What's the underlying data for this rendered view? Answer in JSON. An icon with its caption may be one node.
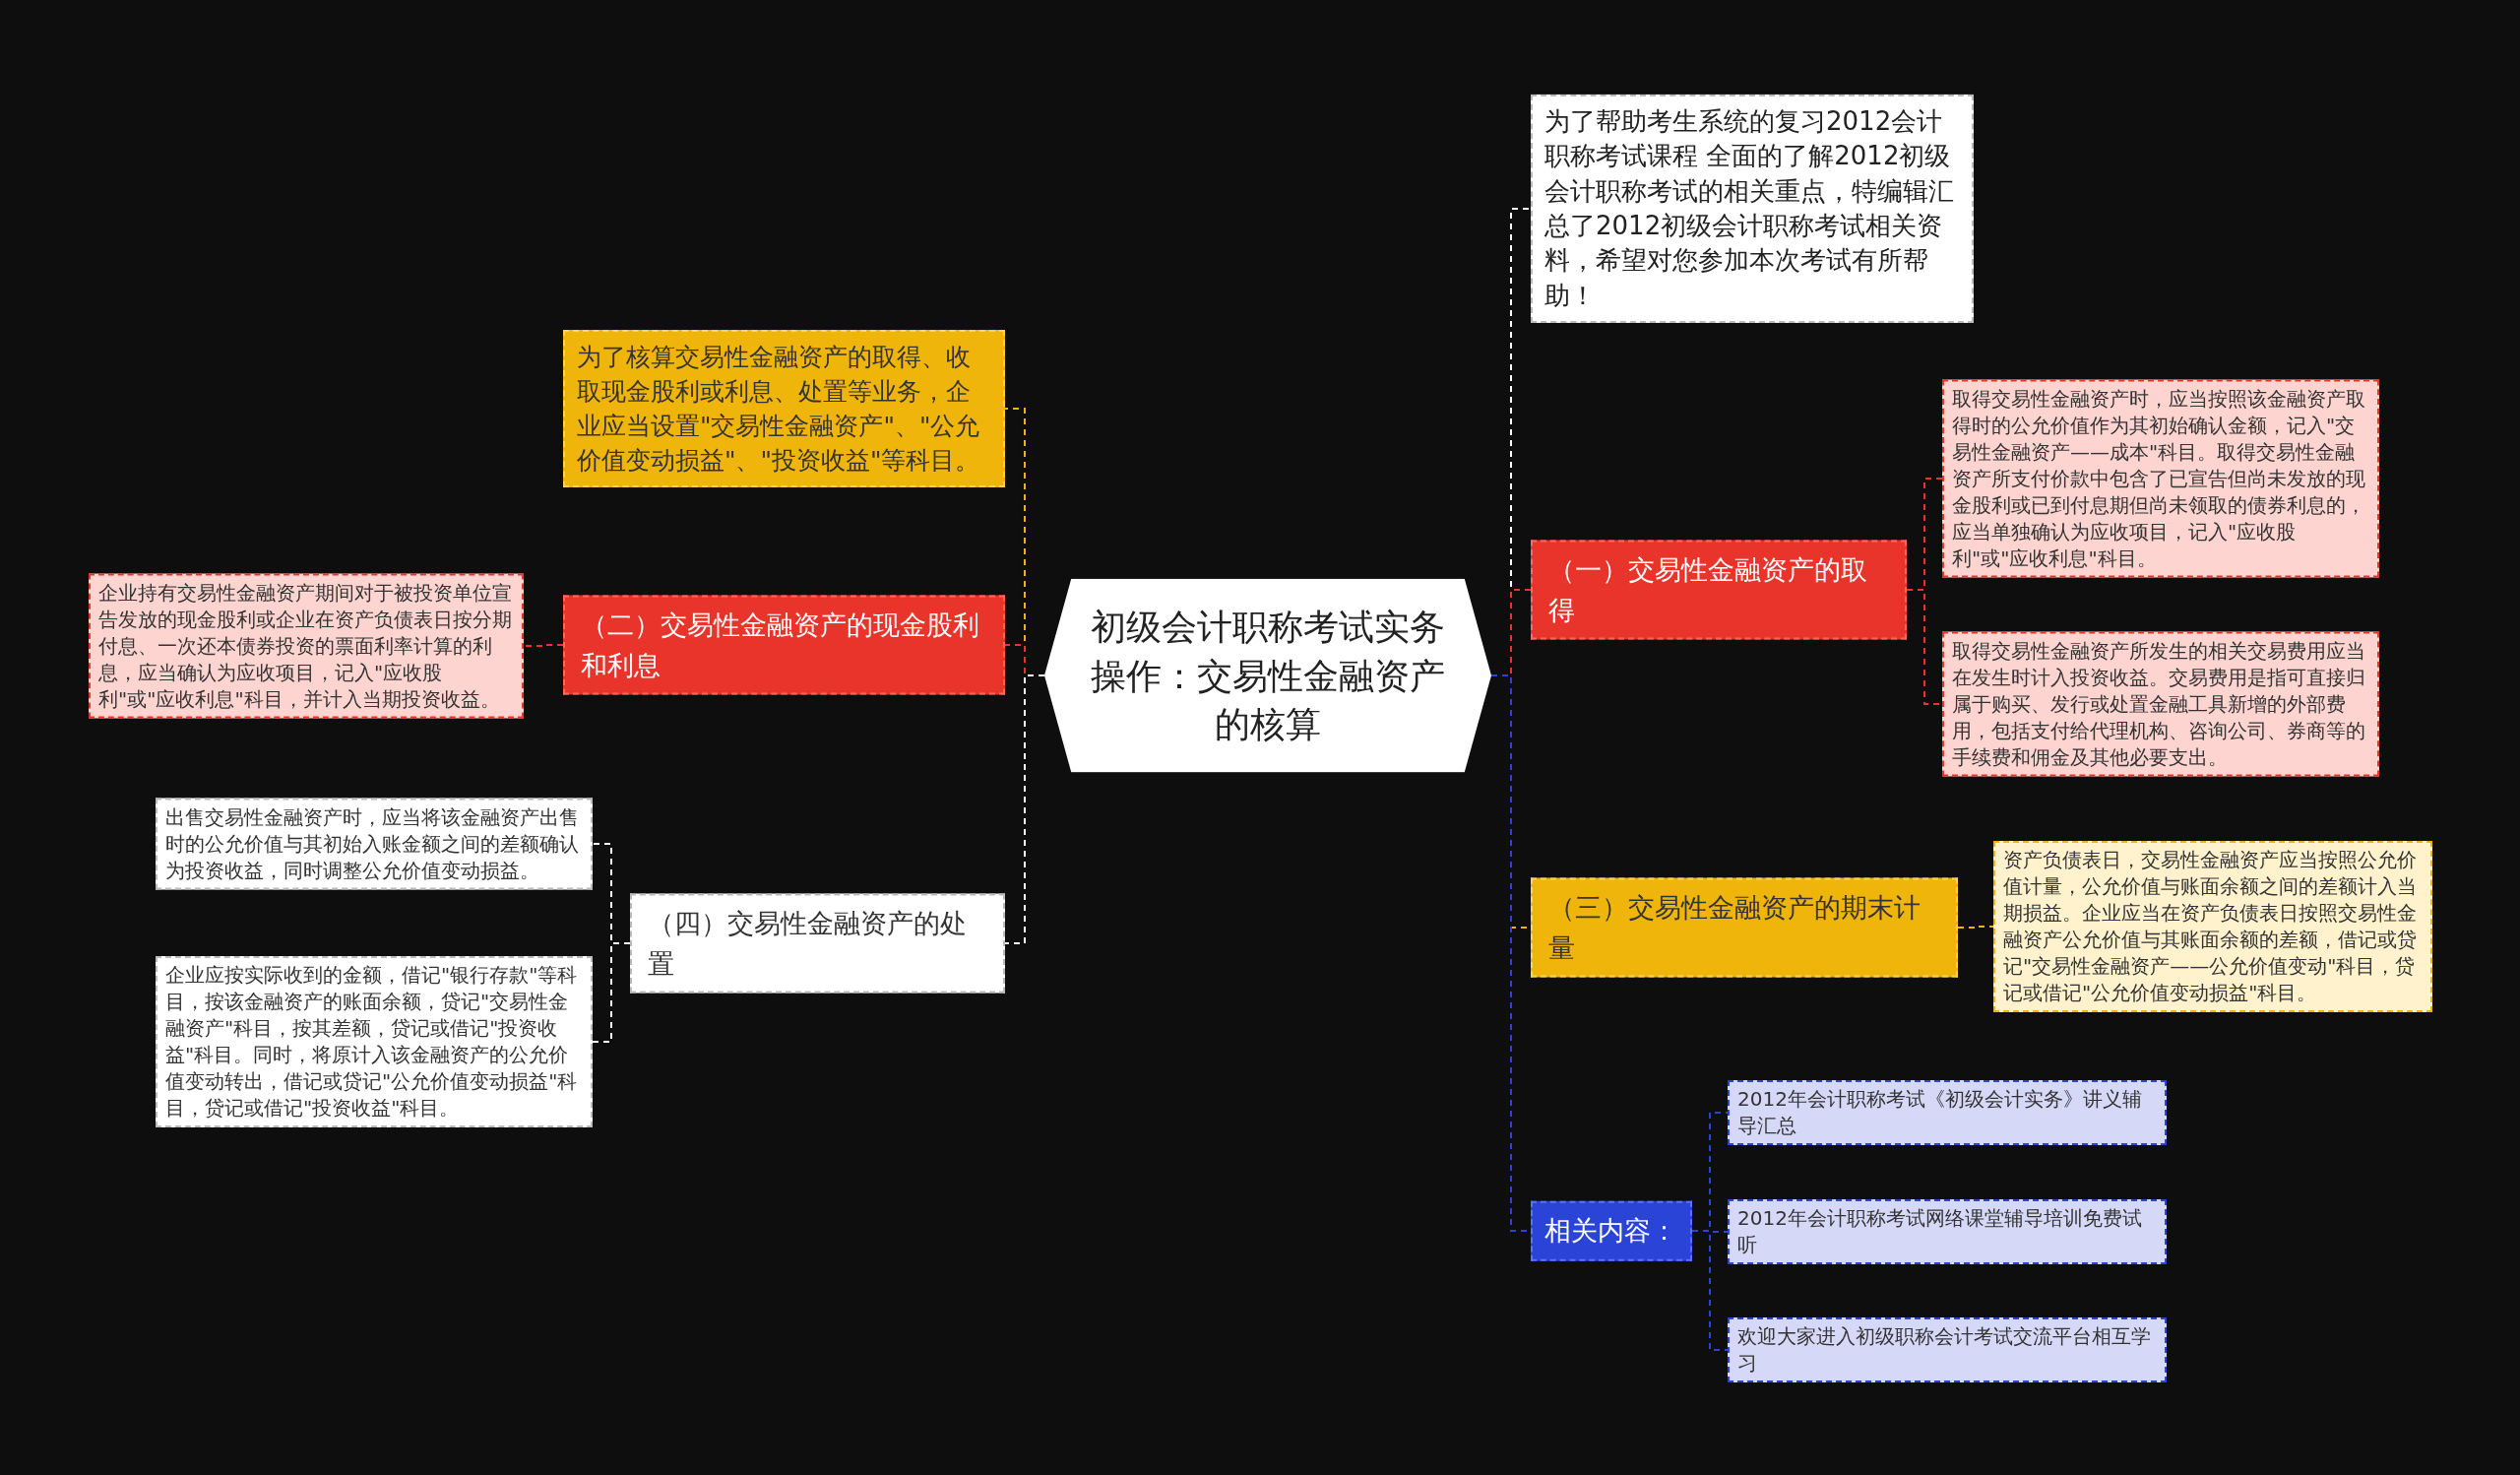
{
  "diagram": {
    "nodes": [
      {
        "text": [
          "初级会计职称考试实务操作：交易性金融资产的核算"
        ]
      },
      {
        "text": [
          "为了帮助考生系统的复习2012会计职称考试课程 全面的了解2012初级会计职称考试的相关重点，特编辑汇总了2012初级会计职称考试相关资料，希望对您参加本次考试有所帮助！"
        ]
      },
      {
        "text": [
          "（一）交易性金融资产的取得"
        ]
      },
      {
        "text": [
          "取得交易性金融资产时，应当按照该金融资产取得时的公允价值作为其初始确认金额，记入\"交易性金融资产——成本\"科目。取得交易性金融资产所支付价款中包含了已宣告但尚未发放的现金股利或已到付息期但尚未领取的债券利息的，应当单独确认为应收项目，记入\"应收股利\"或\"应收利息\"科目。"
        ]
      },
      {
        "text": [
          "取得交易性金融资产所发生的相关交易费用应当在发生时计入投资收益。交易费用是指可直接归属于购买、发行或处置金融工具新增的外部费用，包括支付给代理机构、咨询公司、券商等的手续费和佣金及其他必要支出。"
        ]
      },
      {
        "text": [
          "（三）交易性金融资产的期末计量"
        ]
      },
      {
        "text": [
          "资产负债表日，交易性金融资产应当按照公允价值计量，公允价值与账面余额之间的差额计入当期损益。企业应当在资产负债表日按照交易性金融资产公允价值与其账面余额的差额，借记或贷记\"交易性金融资产——公允价值变动\"科目，贷记或借记\"公允价值变动损益\"科目。"
        ]
      },
      {
        "text": [
          "相关内容："
        ]
      },
      {
        "text": [
          "2012年会计职称考试《初级会计实务》讲义辅导汇总"
        ]
      },
      {
        "text": [
          "2012年会计职称考试网络课堂辅导培训免费试听"
        ]
      },
      {
        "text": [
          "欢迎大家进入初级职称会计考试交流平台相互学习"
        ]
      },
      {
        "text": [
          "为了核算交易性金融资产的取得、收取现金股利或利息、处置等业务，企业应当设置\"交易性金融资产\"、\"公允价值变动损益\"、\"投资收益\"等科目。"
        ]
      },
      {
        "text": [
          "（二）交易性金融资产的现金股利和利息"
        ]
      },
      {
        "text": [
          "企业持有交易性金融资产期间对于被投资单位宣告发放的现金股利或企业在资产负债表日按分期付息、一次还本债券投资的票面利率计算的利息，应当确认为应收项目，记入\"应收股利\"或\"应收利息\"科目，并计入当期投资收益。"
        ]
      },
      {
        "text": [
          "（四）交易性金融资产的处置"
        ]
      },
      {
        "text": [
          "出售交易性金融资产时，应当将该金融资产出售时的公允价值与其初始入账金额之间的差额确认为投资收益，同时调整公允价值变动损益。"
        ]
      },
      {
        "text": [
          "企业应按实际收到的金额，借记\"银行存款\"等科目，按该金融资产的账面余额，贷记\"交易性金融资产\"科目，按其差额，贷记或借记\"投资收益\"科目。同时，将原计入该金融资产的公允价值变动转出，借记或贷记\"公允价值变动损益\"科目，贷记或借记\"投资收益\"科目。"
        ]
      }
    ],
    "edges": [
      {
        "from": 0,
        "to": 1,
        "arrow": "none",
        "color": "#ffffff"
      },
      {
        "from": 0,
        "to": 2,
        "arrow": "none",
        "color": "#e8342a"
      },
      {
        "from": 2,
        "to": 3,
        "arrow": "none",
        "color": "#e8342a"
      },
      {
        "from": 2,
        "to": 4,
        "arrow": "none",
        "color": "#e8342a"
      },
      {
        "from": 0,
        "to": 5,
        "arrow": "none",
        "color": "#f0b50b"
      },
      {
        "from": 5,
        "to": 6,
        "arrow": "none",
        "color": "#f0b50b"
      },
      {
        "from": 0,
        "to": 7,
        "arrow": "none",
        "color": "#2b44d8"
      },
      {
        "from": 7,
        "to": 8,
        "arrow": "none",
        "color": "#2b44d8"
      },
      {
        "from": 7,
        "to": 9,
        "arrow": "none",
        "color": "#2b44d8"
      },
      {
        "from": 7,
        "to": 10,
        "arrow": "none",
        "color": "#2b44d8"
      },
      {
        "from": 0,
        "to": 11,
        "arrow": "none",
        "color": "#f0b50b"
      },
      {
        "from": 0,
        "to": 12,
        "arrow": "none",
        "color": "#e8342a"
      },
      {
        "from": 12,
        "to": 13,
        "arrow": "none",
        "color": "#e8342a"
      },
      {
        "from": 0,
        "to": 14,
        "arrow": "none",
        "color": "#ffffff"
      },
      {
        "from": 14,
        "to": 15,
        "arrow": "none",
        "color": "#ffffff"
      },
      {
        "from": 14,
        "to": 16,
        "arrow": "none",
        "color": "#ffffff"
      }
    ]
  }
}
